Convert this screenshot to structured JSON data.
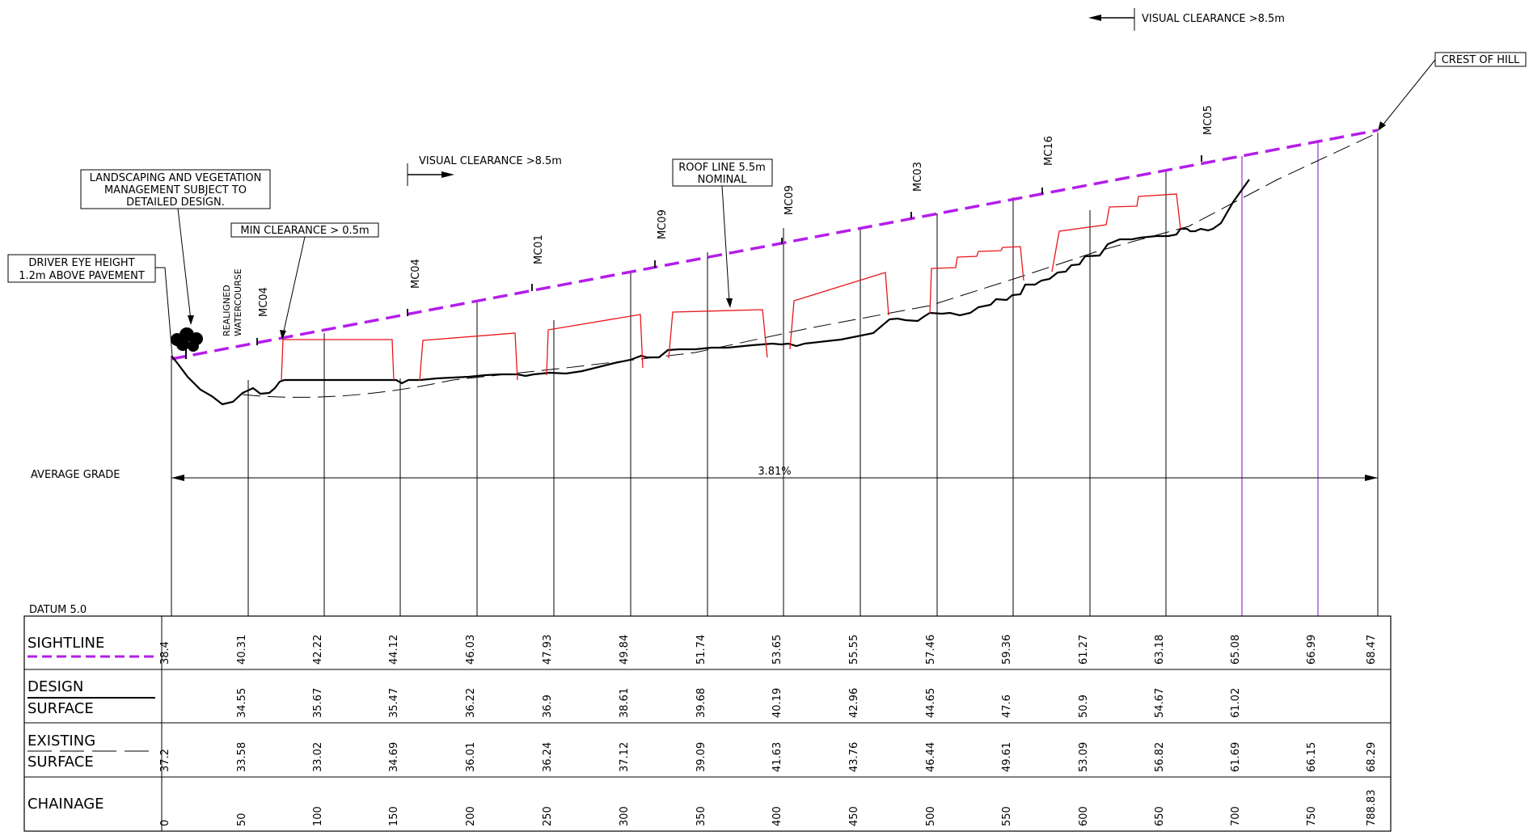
{
  "annotations": {
    "visual_clearance_top": "VISUAL CLEARANCE >8.5m",
    "visual_clearance_mid": "VISUAL CLEARANCE >8.5m",
    "crest_of_hill": "CREST OF HILL",
    "landscaping": [
      "LANDSCAPING AND VEGETATION",
      "MANAGEMENT SUBJECT TO",
      "DETAILED DESIGN."
    ],
    "min_clearance": "MIN CLEARANCE > 0.5m",
    "driver_eye": [
      "DRIVER EYE HEIGHT",
      "1.2m ABOVE PAVEMENT"
    ],
    "roof_line": [
      "ROOF LINE 5.5m",
      "NOMINAL"
    ],
    "realigned_watercourse": [
      "REALIGNED",
      "WATERCOURSE"
    ],
    "average_grade": "AVERAGE GRADE",
    "grade_value": "3.81%",
    "datum": "DATUM 5.0"
  },
  "markers": [
    "MC04",
    "MC04",
    "MC01",
    "MC09",
    "MC09",
    "MC03",
    "MC16",
    "MC05"
  ],
  "table": {
    "row_labels": {
      "sightline": "SIGHTLINE",
      "design_1": "DESIGN",
      "design_2": "SURFACE",
      "existing_1": "EXISTING",
      "existing_2": "SURFACE",
      "chainage": "CHAINAGE"
    },
    "sightline": [
      "38.4",
      "40.31",
      "42.22",
      "44.12",
      "46.03",
      "47.93",
      "49.84",
      "51.74",
      "53.65",
      "55.55",
      "57.46",
      "59.36",
      "61.27",
      "63.18",
      "65.08",
      "66.99",
      "68.47"
    ],
    "design_surface": [
      "",
      "34.55",
      "35.67",
      "35.47",
      "36.22",
      "36.9",
      "38.61",
      "39.68",
      "40.19",
      "42.96",
      "44.65",
      "47.6",
      "50.9",
      "54.67",
      "61.02",
      "",
      ""
    ],
    "existing_surface": [
      "37.2",
      "33.58",
      "33.02",
      "34.69",
      "36.01",
      "36.24",
      "37.12",
      "39.09",
      "41.63",
      "43.76",
      "46.44",
      "49.61",
      "53.09",
      "56.82",
      "61.69",
      "66.15",
      "68.29"
    ],
    "chainage": [
      "0",
      "50",
      "100",
      "150",
      "200",
      "250",
      "300",
      "350",
      "400",
      "450",
      "500",
      "550",
      "600",
      "650",
      "700",
      "750",
      "788.83"
    ]
  },
  "colors": {
    "sightline": "#b41eea",
    "roof": "#e8151b",
    "ink": "#000000",
    "purple_grid": "#9b2fc9"
  }
}
